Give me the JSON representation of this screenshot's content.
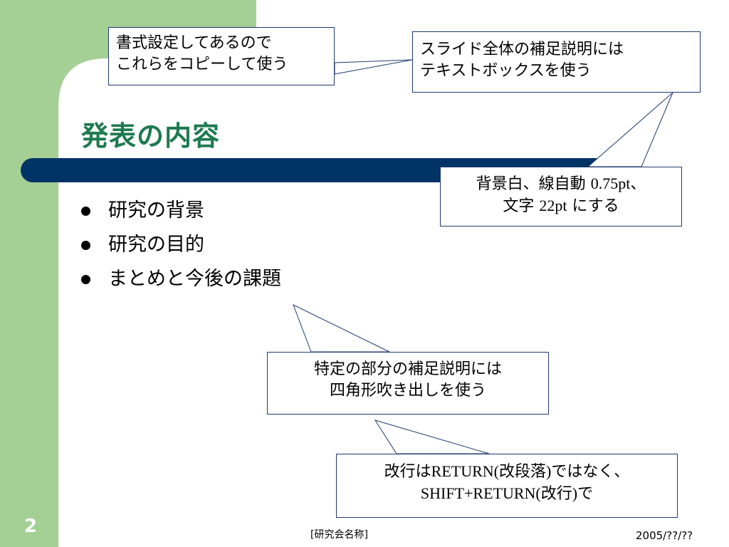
{
  "colors": {
    "sidebar": "#a4cf95",
    "title": "#1e7a50",
    "bar": "#003366",
    "note_border": "#1f3a6e"
  },
  "slide": {
    "title": "発表の内容",
    "bullets": [
      "研究の背景",
      "研究の目的",
      "まとめと今後の課題"
    ],
    "page_number": "2",
    "footer_center": "[研究会名称]",
    "footer_date": "2005/??/??"
  },
  "notes": {
    "copy_note": {
      "line1": "書式設定してあるので",
      "line2": "これらをコピーして使う"
    },
    "textbox_note": {
      "line1": "スライド全体の補足説明には",
      "line2": "テキストボックスを使う"
    },
    "format_note": {
      "line1_a": "背景白、線自動",
      "line1_b": "0.75pt",
      "line1_c": "、",
      "line2_a": "文字",
      "line2_b": "22pt",
      "line2_c": "にする"
    },
    "callout_note": {
      "line1": "特定の部分の補足説明には",
      "line2": "四角形吹き出しを使う"
    },
    "newline_note": {
      "line1_a": "改行は",
      "line1_b": "RETURN(",
      "line1_c": "改段落",
      "line1_d": ")",
      "line1_e": "ではなく、",
      "line2_a": "SHIFT+RETURN(",
      "line2_b": "改行",
      "line2_c": ")",
      "line2_d": "で"
    }
  }
}
